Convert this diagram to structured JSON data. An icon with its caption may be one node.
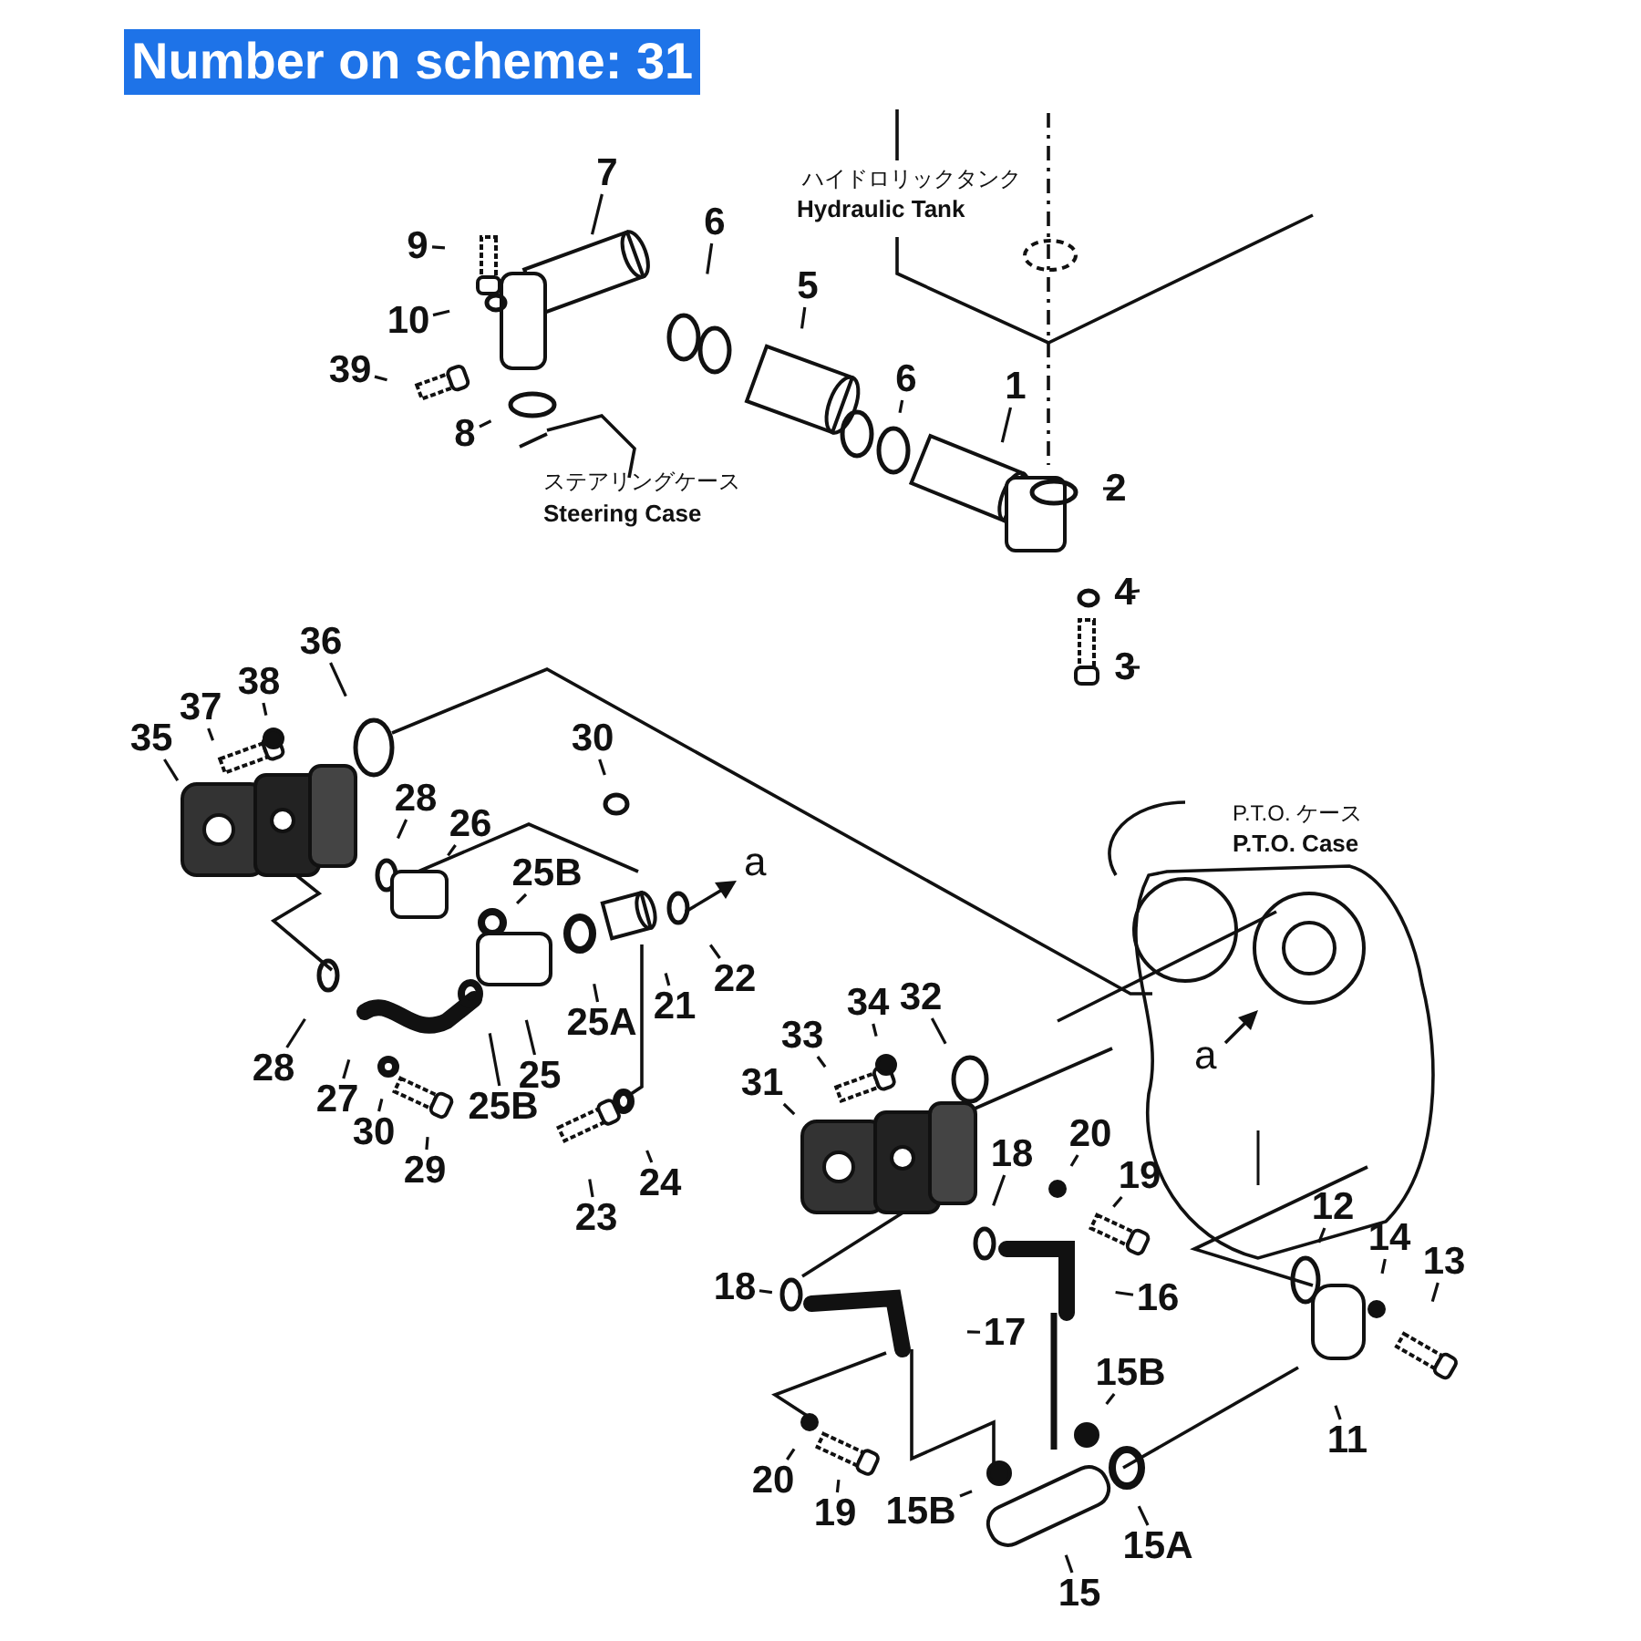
{
  "diagram": {
    "title": "Number on scheme: 31",
    "nodes": [
      {
        "text": [
          "9"
        ]
      },
      {
        "text": [
          "10"
        ]
      },
      {
        "text": [
          "7"
        ]
      },
      {
        "text": [
          "6"
        ]
      },
      {
        "text": [
          "39"
        ]
      },
      {
        "text": [
          "8"
        ]
      },
      {
        "text": [
          "5"
        ]
      },
      {
        "text": [
          "6"
        ]
      },
      {
        "text": [
          "1"
        ]
      },
      {
        "text": [
          "2"
        ]
      },
      {
        "text": [
          "4"
        ]
      },
      {
        "text": [
          "3"
        ]
      },
      {
        "text": [
          "36"
        ]
      },
      {
        "text": [
          "37"
        ]
      },
      {
        "text": [
          "38"
        ]
      },
      {
        "text": [
          "35"
        ]
      },
      {
        "text": [
          "28"
        ]
      },
      {
        "text": [
          "26"
        ]
      },
      {
        "text": [
          "30"
        ]
      },
      {
        "text": [
          "25B"
        ]
      },
      {
        "text": [
          "25A"
        ]
      },
      {
        "text": [
          "21"
        ]
      },
      {
        "text": [
          "22"
        ]
      },
      {
        "text": [
          "28"
        ]
      },
      {
        "text": [
          "27"
        ]
      },
      {
        "text": [
          "25B"
        ]
      },
      {
        "text": [
          "25"
        ]
      },
      {
        "text": [
          "30"
        ]
      },
      {
        "text": [
          "29"
        ]
      },
      {
        "text": [
          "23"
        ]
      },
      {
        "text": [
          "24"
        ]
      },
      {
        "text": [
          "31"
        ]
      },
      {
        "text": [
          "33"
        ]
      },
      {
        "text": [
          "34"
        ]
      },
      {
        "text": [
          "32"
        ]
      },
      {
        "text": [
          "18"
        ]
      },
      {
        "text": [
          "20"
        ]
      },
      {
        "text": [
          "19"
        ]
      },
      {
        "text": [
          "18"
        ]
      },
      {
        "text": [
          "16"
        ]
      },
      {
        "text": [
          "17"
        ]
      },
      {
        "text": [
          "12"
        ]
      },
      {
        "text": [
          "14"
        ]
      },
      {
        "text": [
          "13"
        ]
      },
      {
        "text": [
          "11"
        ]
      },
      {
        "text": [
          "15B"
        ]
      },
      {
        "text": [
          "20"
        ]
      },
      {
        "text": [
          "19"
        ]
      },
      {
        "text": [
          "15B"
        ]
      },
      {
        "text": [
          "15A"
        ]
      },
      {
        "text": [
          "15"
        ]
      }
    ],
    "edges": [
      {
        "from": 0,
        "to": null,
        "arrow": "none"
      },
      {
        "from": 1,
        "to": null,
        "arrow": "none"
      },
      {
        "from": 2,
        "to": null,
        "arrow": "none"
      },
      {
        "from": 3,
        "to": null,
        "arrow": "none"
      },
      {
        "from": 4,
        "to": null,
        "arrow": "none"
      },
      {
        "from": 5,
        "to": null,
        "arrow": "none"
      },
      {
        "from": 6,
        "to": null,
        "arrow": "none"
      },
      {
        "from": 7,
        "to": null,
        "arrow": "none"
      },
      {
        "from": 8,
        "to": null,
        "arrow": "none"
      },
      {
        "from": 9,
        "to": null,
        "arrow": "none"
      },
      {
        "from": 10,
        "to": null,
        "arrow": "none"
      },
      {
        "from": 11,
        "to": null,
        "arrow": "none"
      },
      {
        "from": 12,
        "to": null,
        "arrow": "none"
      },
      {
        "from": 13,
        "to": null,
        "arrow": "none"
      },
      {
        "from": 14,
        "to": null,
        "arrow": "none"
      },
      {
        "from": 15,
        "to": null,
        "arrow": "none"
      },
      {
        "from": 16,
        "to": null,
        "arrow": "none"
      },
      {
        "from": 17,
        "to": null,
        "arrow": "none"
      },
      {
        "from": 18,
        "to": null,
        "arrow": "none"
      },
      {
        "from": 19,
        "to": null,
        "arrow": "none"
      },
      {
        "from": 20,
        "to": null,
        "arrow": "none"
      },
      {
        "from": 21,
        "to": null,
        "arrow": "none"
      },
      {
        "from": 22,
        "to": null,
        "arrow": "none"
      },
      {
        "from": 23,
        "to": null,
        "arrow": "none"
      },
      {
        "from": 24,
        "to": null,
        "arrow": "none"
      },
      {
        "from": 25,
        "to": null,
        "arrow": "none"
      },
      {
        "from": 26,
        "to": null,
        "arrow": "none"
      },
      {
        "from": 27,
        "to": null,
        "arrow": "none"
      },
      {
        "from": 28,
        "to": null,
        "arrow": "none"
      },
      {
        "from": 29,
        "to": null,
        "arrow": "none"
      },
      {
        "from": 30,
        "to": null,
        "arrow": "none"
      },
      {
        "from": 31,
        "to": null,
        "arrow": "none"
      },
      {
        "from": 32,
        "to": null,
        "arrow": "none"
      },
      {
        "from": 33,
        "to": null,
        "arrow": "none"
      },
      {
        "from": 34,
        "to": null,
        "arrow": "none"
      },
      {
        "from": 35,
        "to": null,
        "arrow": "none"
      },
      {
        "from": 36,
        "to": null,
        "arrow": "none"
      },
      {
        "from": 37,
        "to": null,
        "arrow": "none"
      },
      {
        "from": 38,
        "to": null,
        "arrow": "none"
      },
      {
        "from": 39,
        "to": null,
        "arrow": "none"
      },
      {
        "from": 40,
        "to": null,
        "arrow": "none"
      },
      {
        "from": 41,
        "to": null,
        "arrow": "none"
      },
      {
        "from": 42,
        "to": null,
        "arrow": "none"
      },
      {
        "from": 43,
        "to": null,
        "arrow": "none"
      },
      {
        "from": 44,
        "to": null,
        "arrow": "none"
      },
      {
        "from": 45,
        "to": null,
        "arrow": "none"
      },
      {
        "from": 46,
        "to": null,
        "arrow": "none"
      },
      {
        "from": 47,
        "to": null,
        "arrow": "none"
      },
      {
        "from": 48,
        "to": null,
        "arrow": "none"
      },
      {
        "from": 49,
        "to": null,
        "arrow": "none"
      },
      {
        "from": 50,
        "to": null,
        "arrow": "none"
      }
    ],
    "labels": [
      "ハイドロリックタンク",
      "Hydraulic Tank",
      "ステアリングケース",
      "Steering Case",
      "P.T.O. ケース",
      "P.T.O. Case",
      "a",
      "a"
    ]
  }
}
